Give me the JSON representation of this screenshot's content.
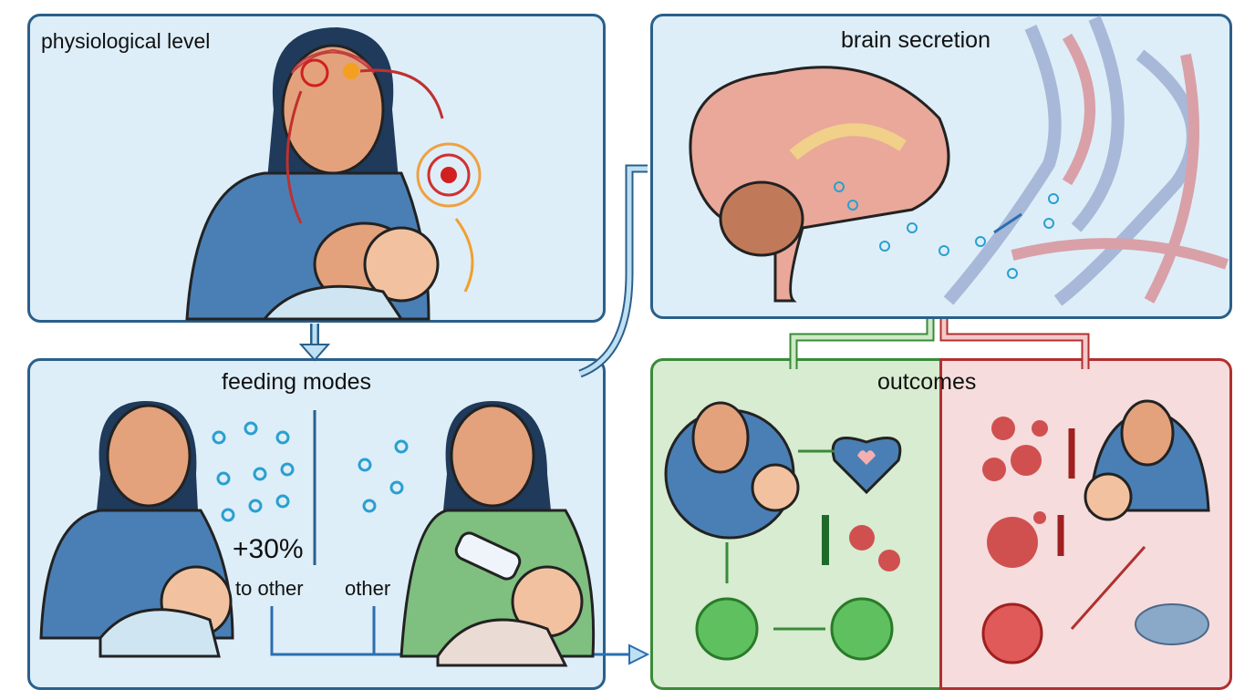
{
  "panels": {
    "physiological": {
      "title": "physiological level"
    },
    "brain": {
      "title": "brain secretion"
    },
    "feeding": {
      "title": "feeding modes",
      "increase": "+30%",
      "left_caption": "to other",
      "right_caption": "other"
    },
    "outcomes": {
      "title": "outcomes"
    }
  },
  "colors": {
    "panel_blue": "#ddeef8",
    "border_blue": "#2a5f8a",
    "green_bg": "#d7ecd0",
    "green": "#3a8a3a",
    "red_bg": "#f6dcdc",
    "red": "#b03030"
  }
}
